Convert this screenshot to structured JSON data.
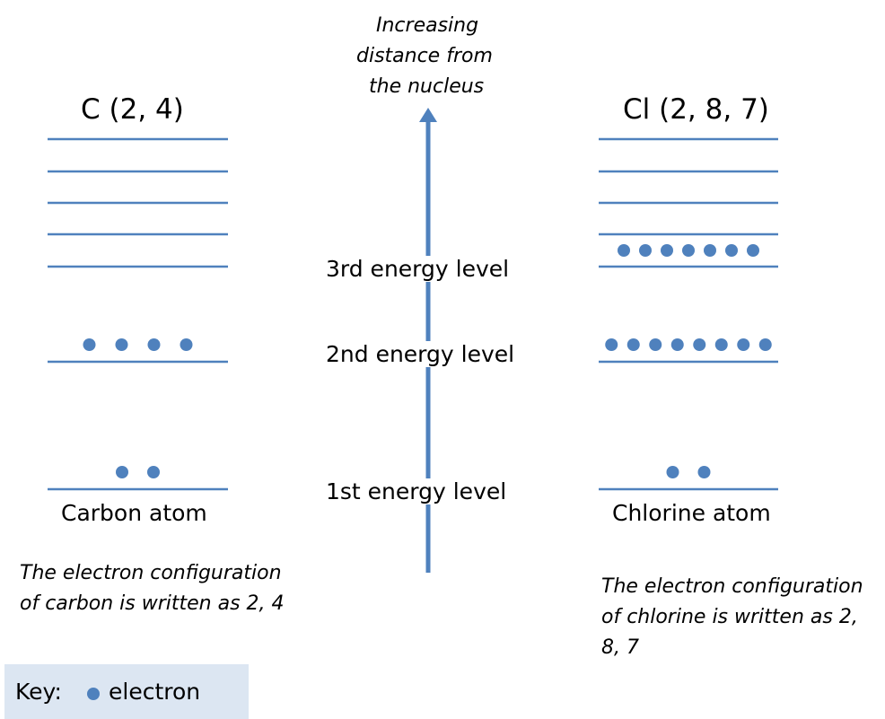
{
  "colors": {
    "accent": "#4f81bd",
    "key_background": "#dce6f2"
  },
  "axis": {
    "caption_lines": [
      "Increasing",
      "distance from",
      "the nucleus"
    ]
  },
  "levels": {
    "first": "1st energy level",
    "second": "2nd energy level",
    "third": "3rd energy level"
  },
  "atoms": [
    {
      "title": "C (2, 4)",
      "name": "Carbon atom",
      "description": "The electron configuration of carbon is written as 2, 4",
      "electrons_per_level": [
        2,
        4,
        0
      ]
    },
    {
      "title": "Cl (2, 8, 7)",
      "name": "Chlorine atom",
      "description": "The electron configuration of chlorine is written as 2, 8, 7",
      "electrons_per_level": [
        2,
        8,
        7
      ]
    }
  ],
  "key": {
    "label": "Key:",
    "item": "electron"
  }
}
